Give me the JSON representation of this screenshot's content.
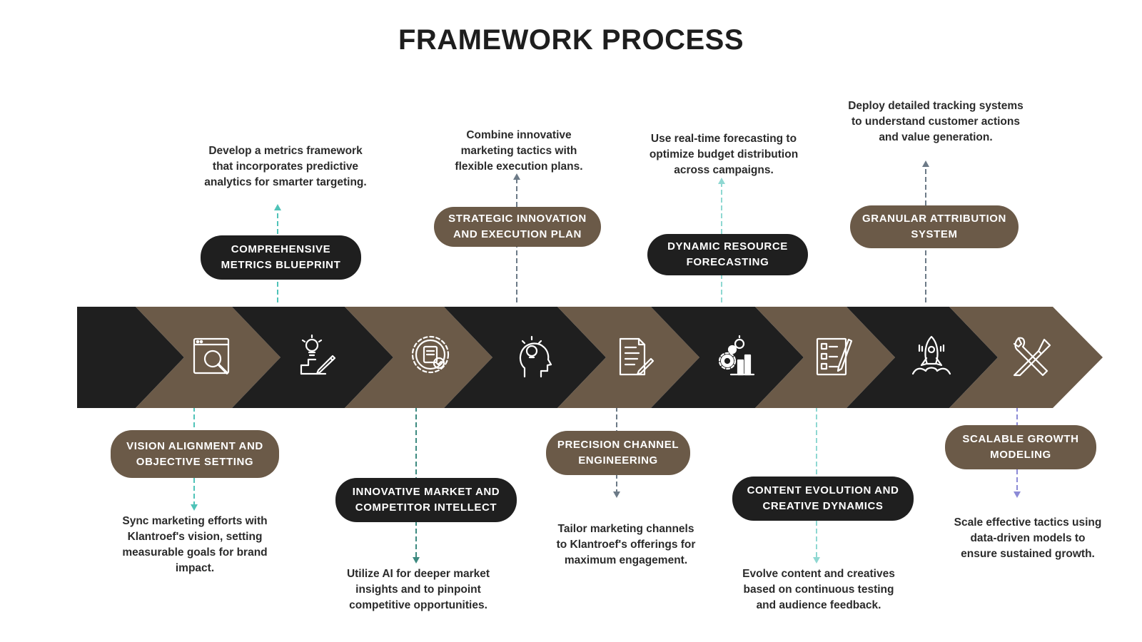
{
  "title": "FRAMEWORK PROCESS",
  "colors": {
    "dark": "#1f1f1f",
    "brown": "#6b5a48",
    "teal": "#4fc3b8",
    "slate": "#6c7a87",
    "purple": "#8c8ad6"
  },
  "icons": [
    "magnifier-window-icon",
    "idea-pencil-icon",
    "gear-checklist-icon",
    "head-lightbulb-icon",
    "document-pencil-icon",
    "gears-idea-icon",
    "checklist-pen-icon",
    "rocket-icon",
    "wrench-screwdriver-icon"
  ],
  "steps": [
    {
      "pill_line1": "VISION ALIGNMENT AND",
      "pill_line2": "OBJECTIVE SETTING",
      "desc_line1": "Sync marketing efforts with",
      "desc_line2": "Klantroef's vision, setting",
      "desc_line3": "measurable goals for brand",
      "desc_line4": "impact."
    },
    {
      "pill_line1": "COMPREHENSIVE",
      "pill_line2": "METRICS BLUEPRINT",
      "desc_line1": "Develop a metrics framework",
      "desc_line2": "that incorporates predictive",
      "desc_line3": "analytics for smarter targeting."
    },
    {
      "pill_line1": "INNOVATIVE MARKET AND",
      "pill_line2": "COMPETITOR INTELLECT",
      "desc_line1": "Utilize AI for deeper market",
      "desc_line2": "insights and to pinpoint",
      "desc_line3": "competitive opportunities."
    },
    {
      "pill_line1": "STRATEGIC INNOVATION",
      "pill_line2": "AND EXECUTION PLAN",
      "desc_line1": "Combine innovative",
      "desc_line2": "marketing tactics with",
      "desc_line3": "flexible execution plans."
    },
    {
      "pill_line1": "PRECISION CHANNEL",
      "pill_line2": "ENGINEERING",
      "desc_line1": "Tailor marketing channels",
      "desc_line2": "to Klantroef's offerings for",
      "desc_line3": "maximum engagement."
    },
    {
      "pill_line1": "DYNAMIC RESOURCE",
      "pill_line2": "FORECASTING",
      "desc_line1": "Use real-time forecasting to",
      "desc_line2": "optimize budget distribution",
      "desc_line3": "across campaigns."
    },
    {
      "pill_line1": "CONTENT EVOLUTION AND",
      "pill_line2": "CREATIVE DYNAMICS",
      "desc_line1": "Evolve content and creatives",
      "desc_line2": "based on continuous testing",
      "desc_line3": "and audience feedback."
    },
    {
      "pill_line1": "GRANULAR ATTRIBUTION",
      "pill_line2": "SYSTEM",
      "desc_line1": "Deploy detailed tracking systems",
      "desc_line2": "to understand customer actions",
      "desc_line3": "and value generation."
    },
    {
      "pill_line1": "SCALABLE GROWTH",
      "pill_line2": "MODELING",
      "desc_line1": "Scale effective tactics using",
      "desc_line2": "data-driven models to",
      "desc_line3": "ensure sustained growth."
    }
  ]
}
